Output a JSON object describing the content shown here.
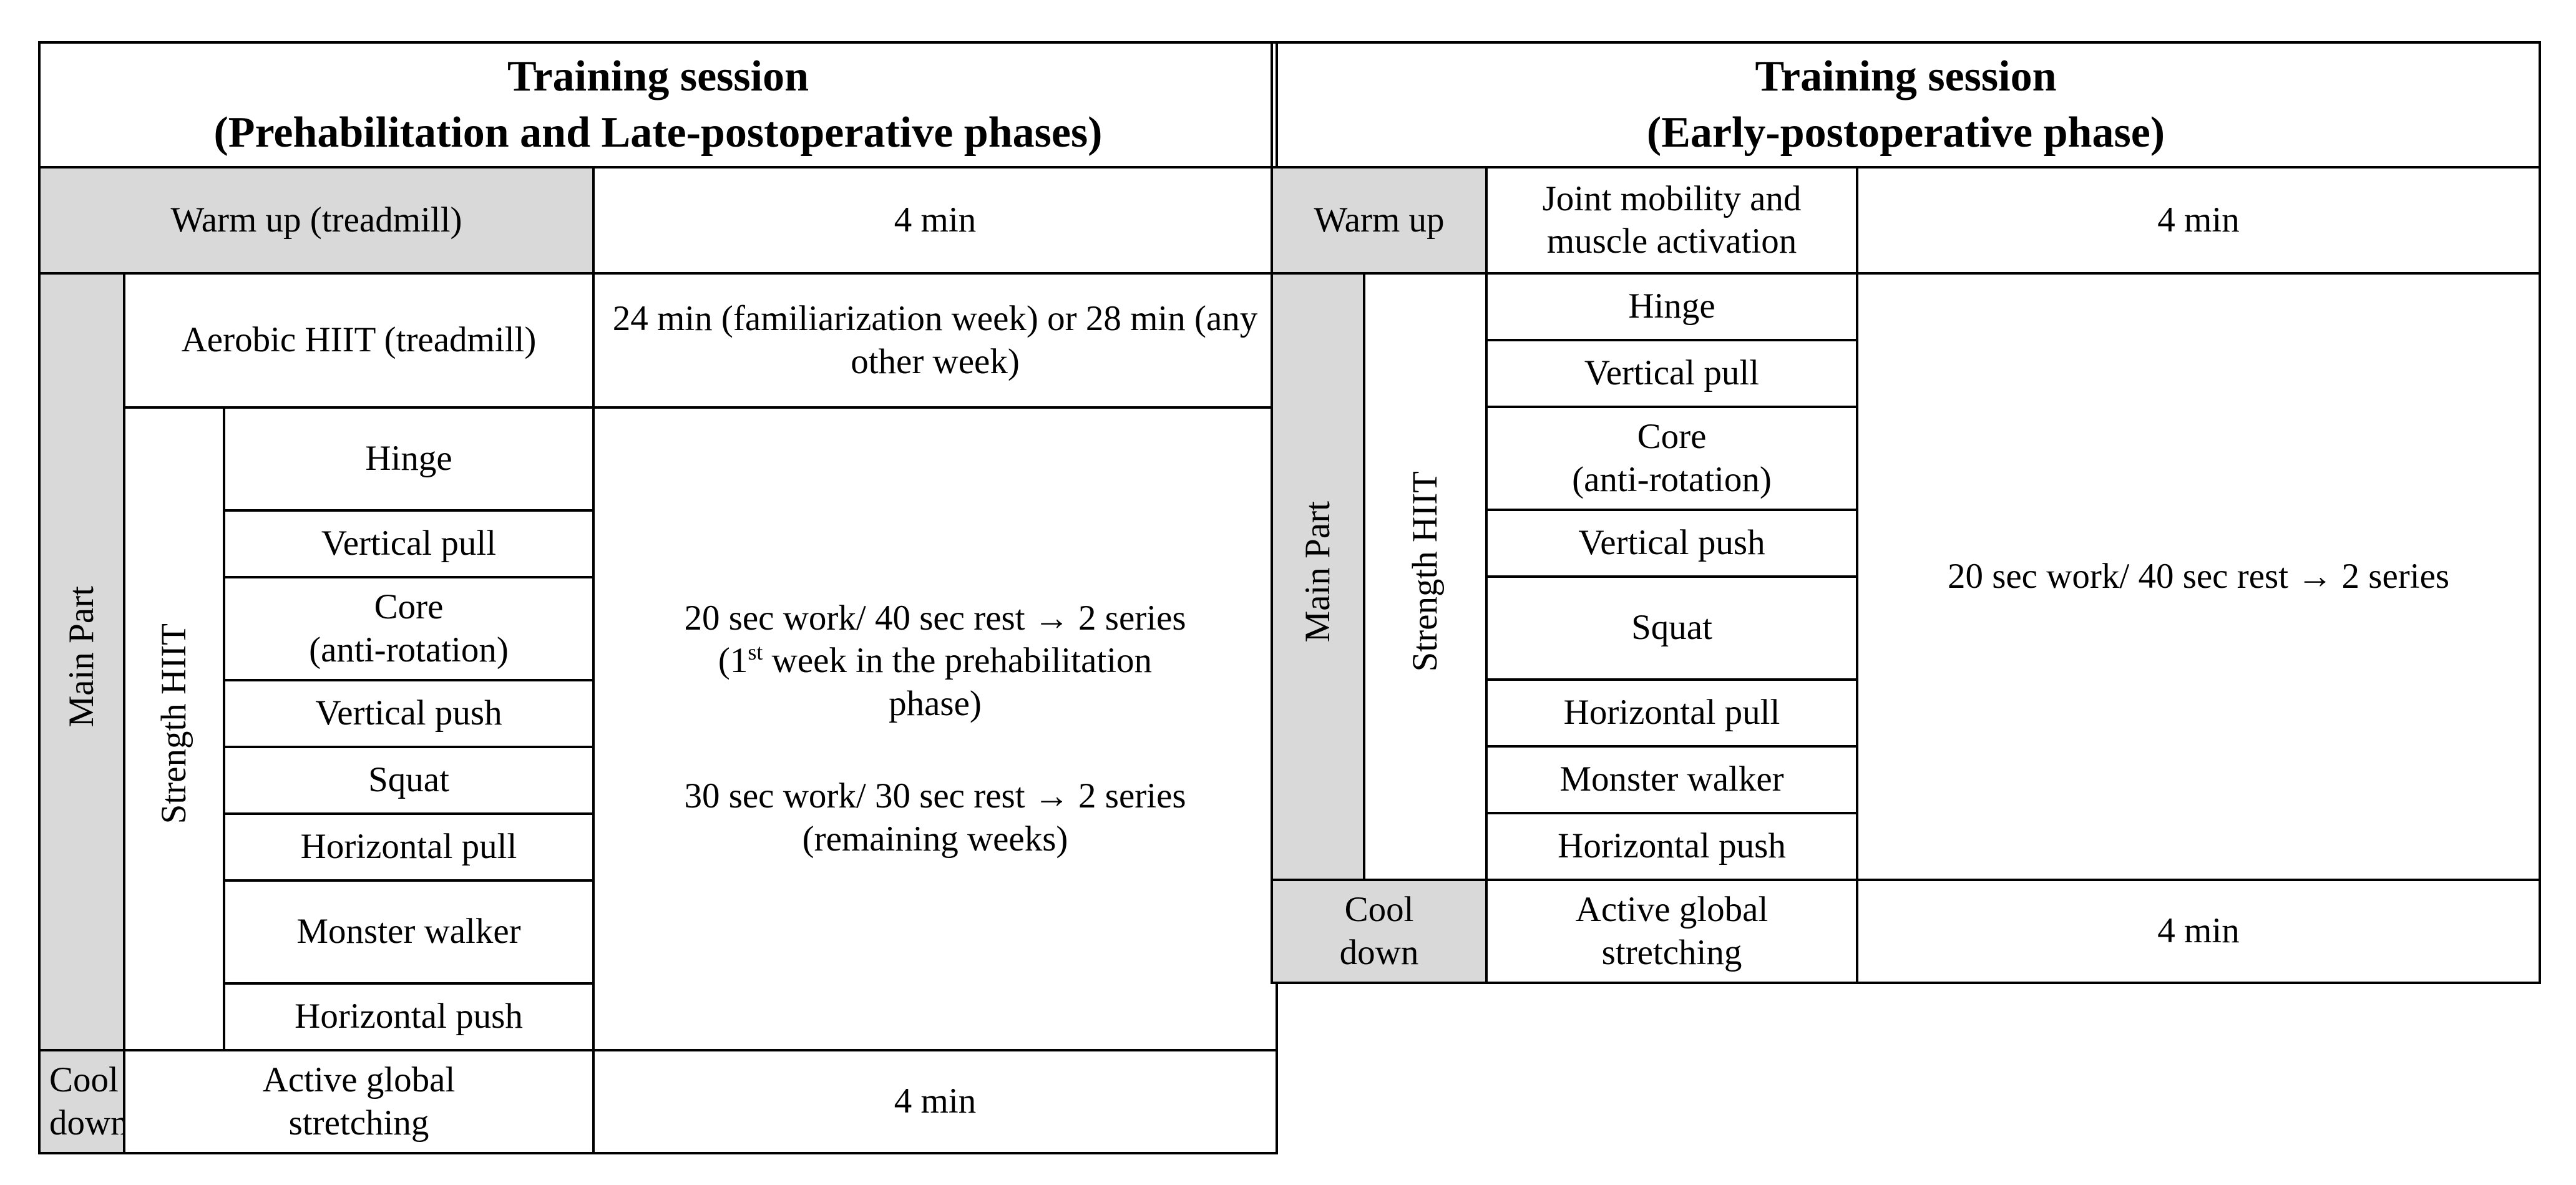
{
  "left": {
    "header_line1": "Training session",
    "header_line2": "(Prehabilitation and Late-postoperative phases)",
    "warm_up_label": "Warm up (treadmill)",
    "warm_up_time": "4 min",
    "main_part_label": "Main Part",
    "aerobic_label": "Aerobic HIIT (treadmill)",
    "aerobic_time": "24 min (familiarization week) or 28 min (any other week)",
    "strength_label": "Strength HIIT",
    "exercises": [
      "Hinge",
      "Vertical pull",
      "Core",
      "Vertical push",
      "Squat",
      "Horizontal pull",
      "Monster walker",
      "Horizontal push"
    ],
    "core_sub": "(anti-rotation)",
    "protocol_line1": "20 sec work/ 40 sec rest → 2 series",
    "protocol_line2_pre": "(1",
    "protocol_line2_sup": "st",
    "protocol_line2_post": " week in the prehabilitation",
    "protocol_line3": "phase)",
    "protocol_line4": "30 sec work/ 30 sec rest → 2 series",
    "protocol_line5": "(remaining weeks)",
    "cool_down_line1": "Cool",
    "cool_down_line2": "down",
    "cool_down_activity_line1": "Active global",
    "cool_down_activity_line2": "stretching",
    "cool_down_time": "4 min"
  },
  "right": {
    "header_line1": "Training session",
    "header_line2": "(Early-postoperative phase)",
    "warm_up_label": "Warm up",
    "warm_up_activity_line1": "Joint mobility and",
    "warm_up_activity_line2": "muscle activation",
    "warm_up_time": "4 min",
    "main_part_label": "Main Part",
    "strength_label": "Strength HIIT",
    "exercises": [
      "Hinge",
      "Vertical pull",
      "Core",
      "Vertical push",
      "Squat",
      "Horizontal pull",
      "Monster walker",
      "Horizontal push"
    ],
    "core_sub": "(anti-rotation)",
    "protocol": "20 sec work/ 40 sec rest → 2 series",
    "cool_down_line1": "Cool",
    "cool_down_line2": "down",
    "cool_down_activity_line1": "Active global",
    "cool_down_activity_line2": "stretching",
    "cool_down_time": "4 min"
  },
  "colors": {
    "label_cell_bg": "#d9d9d9",
    "border": "#000000"
  }
}
